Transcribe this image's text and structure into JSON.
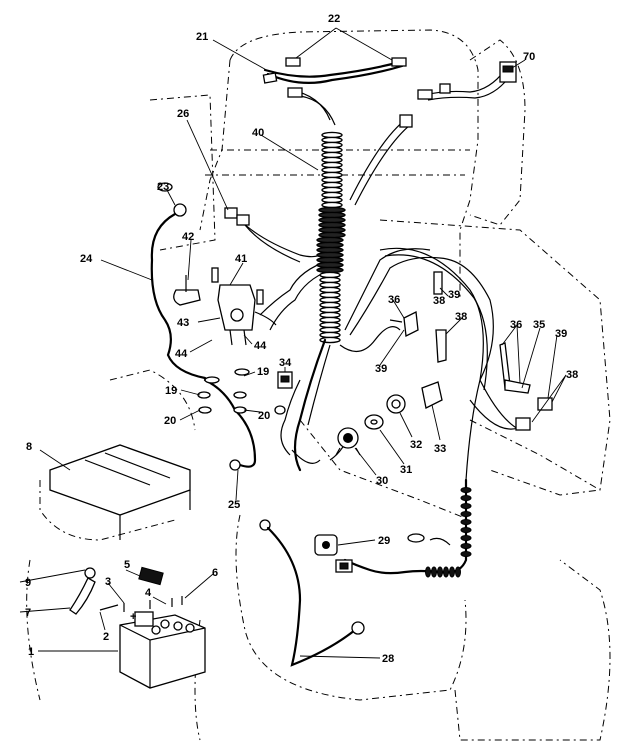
{
  "callouts": [
    {
      "id": "n1",
      "text": "1"
    },
    {
      "id": "n2",
      "text": "2"
    },
    {
      "id": "n3",
      "text": "3"
    },
    {
      "id": "n4",
      "text": "4"
    },
    {
      "id": "n5",
      "text": "5"
    },
    {
      "id": "n6",
      "text": "6"
    },
    {
      "id": "n7",
      "text": "7"
    },
    {
      "id": "n8",
      "text": "8"
    },
    {
      "id": "n9",
      "text": "9"
    },
    {
      "id": "n19a",
      "text": "19"
    },
    {
      "id": "n19b",
      "text": "19"
    },
    {
      "id": "n20a",
      "text": "20"
    },
    {
      "id": "n20b",
      "text": "20"
    },
    {
      "id": "n21",
      "text": "21"
    },
    {
      "id": "n22",
      "text": "22"
    },
    {
      "id": "n23",
      "text": "23"
    },
    {
      "id": "n24",
      "text": "24"
    },
    {
      "id": "n25",
      "text": "25"
    },
    {
      "id": "n26",
      "text": "26"
    },
    {
      "id": "n28",
      "text": "28"
    },
    {
      "id": "n29",
      "text": "29"
    },
    {
      "id": "n30",
      "text": "30"
    },
    {
      "id": "n31",
      "text": "31"
    },
    {
      "id": "n32",
      "text": "32"
    },
    {
      "id": "n33",
      "text": "33"
    },
    {
      "id": "n34",
      "text": "34"
    },
    {
      "id": "n35",
      "text": "35"
    },
    {
      "id": "n36a",
      "text": "36"
    },
    {
      "id": "n36b",
      "text": "36"
    },
    {
      "id": "n38a",
      "text": "38"
    },
    {
      "id": "n38b",
      "text": "38"
    },
    {
      "id": "n38c",
      "text": "38"
    },
    {
      "id": "n39a",
      "text": "39"
    },
    {
      "id": "n39b",
      "text": "39"
    },
    {
      "id": "n39c",
      "text": "39"
    },
    {
      "id": "n40",
      "text": "40"
    },
    {
      "id": "n41",
      "text": "41"
    },
    {
      "id": "n42",
      "text": "42"
    },
    {
      "id": "n43",
      "text": "43"
    },
    {
      "id": "n44a",
      "text": "44"
    },
    {
      "id": "n44b",
      "text": "44"
    },
    {
      "id": "n70",
      "text": "70"
    }
  ],
  "battery_label": "+"
}
